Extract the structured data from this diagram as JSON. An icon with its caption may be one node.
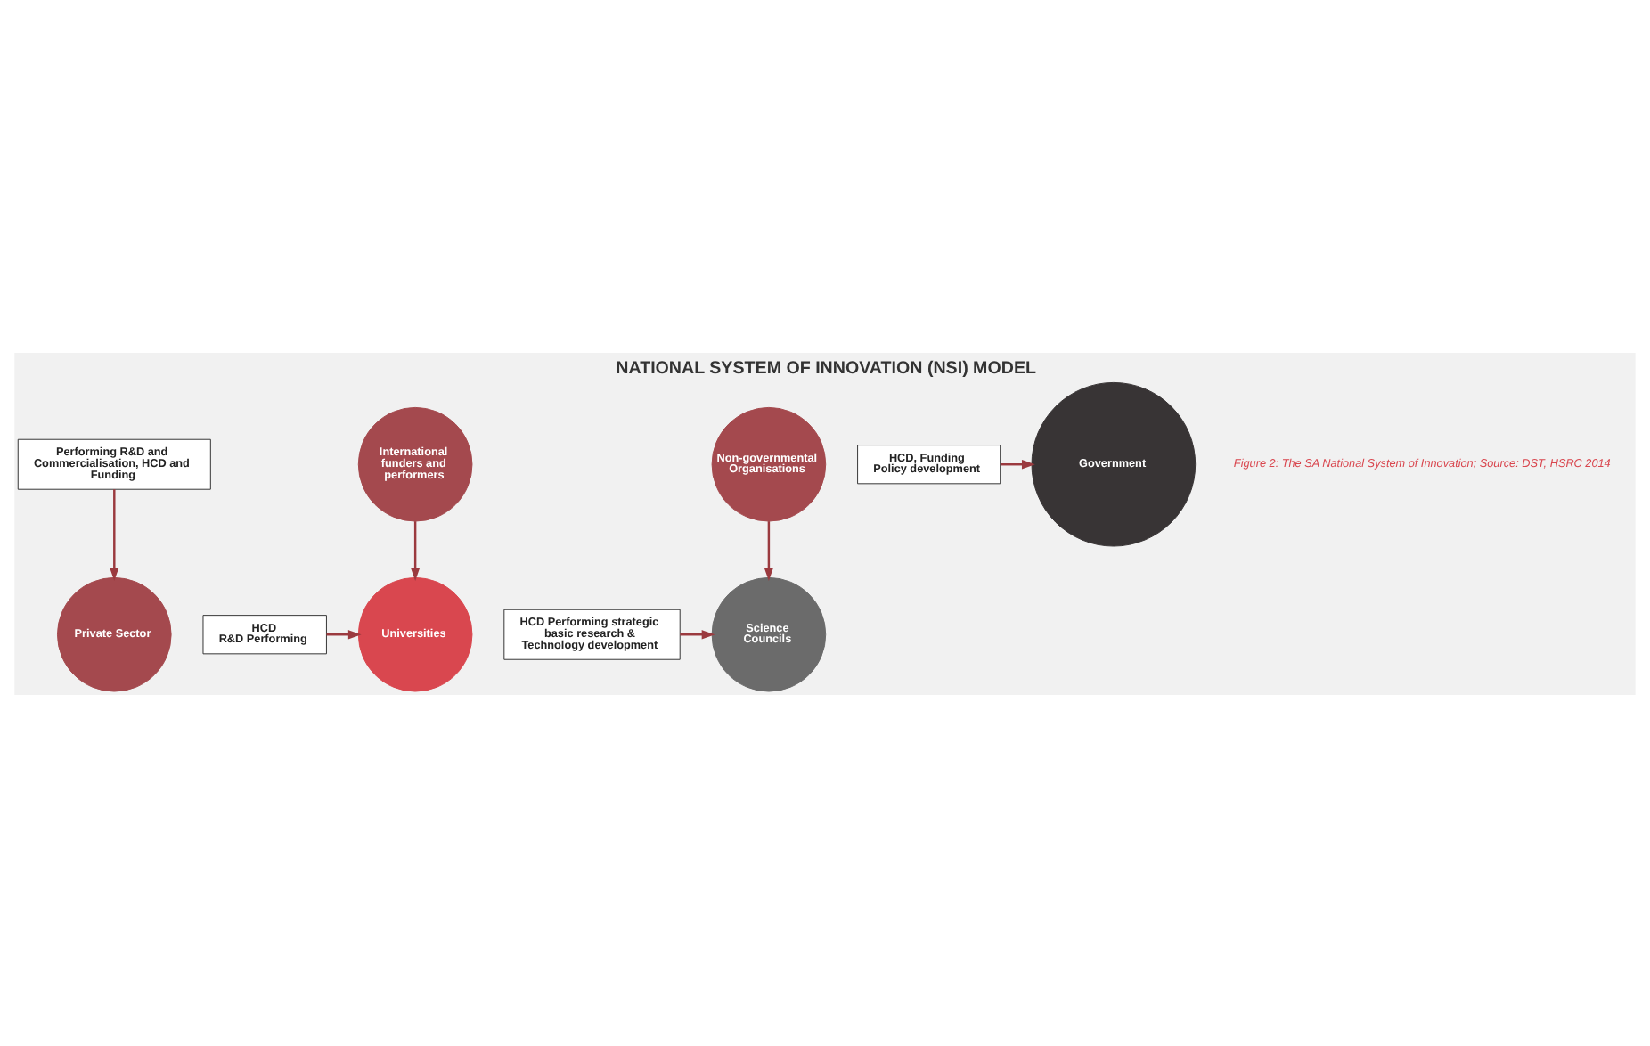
{
  "diagram": {
    "title": "NATIONAL SYSTEM OF INNOVATION (NSI) MODEL",
    "caption": "Figure 2: The SA National System of Innovation; Source: DST, HSRC 2014",
    "nodes": [
      {
        "text": [
          "Performing R&D and Commercialisation, HCD and Funding"
        ]
      },
      {
        "text": [
          "International funders and performers"
        ]
      },
      {
        "text": [
          "Non-governmental Organisations"
        ]
      },
      {
        "text": [
          "Private Sector"
        ]
      },
      {
        "text": [
          "HCD",
          "R&D Performing"
        ]
      },
      {
        "text": [
          "Universities"
        ]
      },
      {
        "text": [
          "Science Councils"
        ]
      },
      {
        "text": [
          "HCD Performing strategic basic research & Technology development"
        ]
      },
      {
        "text": [
          "Government"
        ]
      },
      {
        "text": [
          "HCD, Funding",
          "Policy development"
        ]
      }
    ],
    "edges": [
      {
        "from": 0,
        "to": 3,
        "arrow": "to"
      },
      {
        "from": 1,
        "to": 5,
        "arrow": "to"
      },
      {
        "from": 2,
        "to": 6,
        "arrow": "to"
      },
      {
        "from": 4,
        "to": 5,
        "arrow": "to"
      },
      {
        "from": 7,
        "to": 6,
        "arrow": "to"
      },
      {
        "from": 9,
        "to": 8,
        "arrow": "to"
      }
    ]
  }
}
